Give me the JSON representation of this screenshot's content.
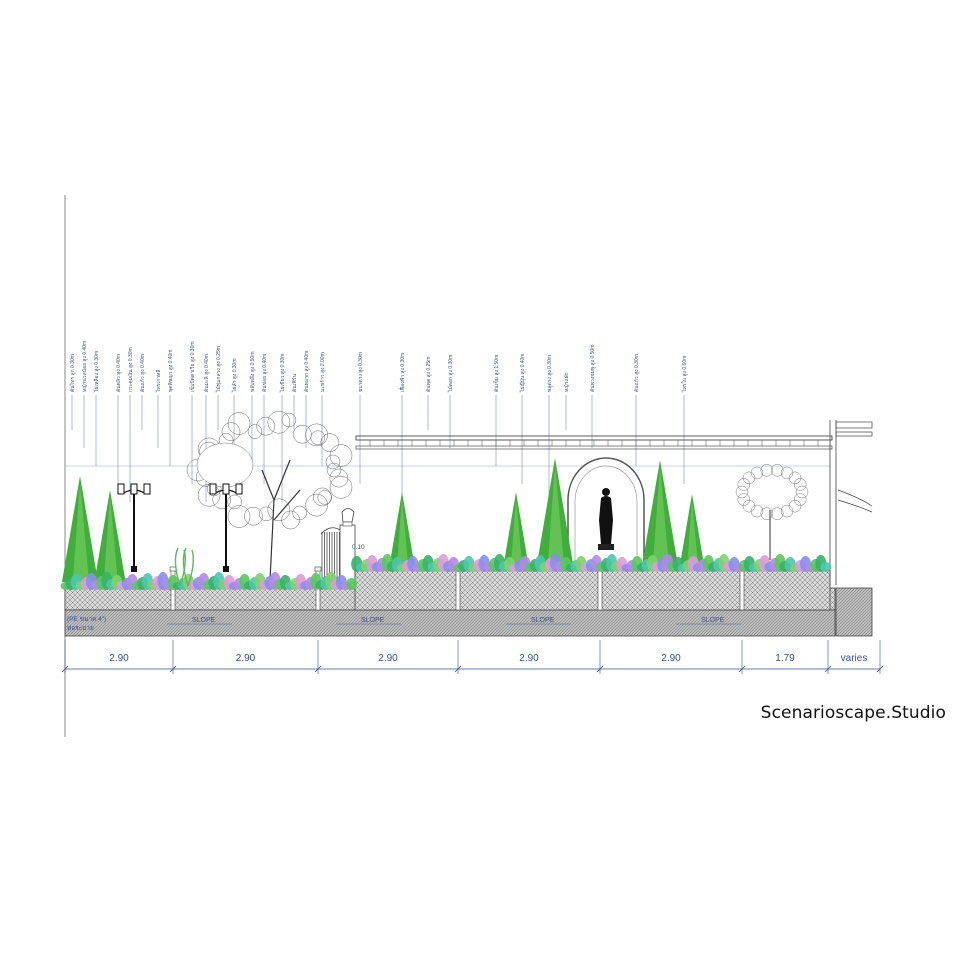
{
  "studio": {
    "name": "Scenarioscape.Studio"
  },
  "dimensions": [
    "2.90",
    "2.90",
    "2.90",
    "2.90",
    "2.90",
    "1.79",
    "varies"
  ],
  "slope_label": "SLOPE",
  "pipe_note": "(PE ขนาด 4\")",
  "pipe_note_sub": "ท่อระบาย",
  "post_note": "0.10",
  "colors": {
    "annotation": "#3a4f9a",
    "tree": "#3fae3a",
    "tree_light": "#7fd36a",
    "groundcover": "#59c95a",
    "flowers": "#8a8df0",
    "hatch": "#8c8c8c"
  },
  "plant_callouts": [
    "ต้นไทร ลูก 0.30m",
    "หญ้านวลน้อย สูง 0.40m",
    "ไผ่เหลือง สูง 0.30m",
    "ต้นหลิว สูง 0.40m",
    "กระดุมเงิน สูง 0.30m",
    "ต้นแก้ว สูง 0.40m",
    "ไทรเกาหลี",
    "พุดพิชญา สูง 0.40m",
    "เข็มปัตตาเวีย สูง 0.30m",
    "ต้นมะลิ สูง 0.40m",
    "ไม้พุ่มกลาง สูง 0.25m",
    "ไผ่ลำ สูง 0.30m",
    "พลับพลึง สูง 0.50m",
    "ต้นข่อย สูง 0.40m",
    "ไผ่เขียว สูง 0.30m",
    "ต้นเฟิร์น",
    "ต้นหมาก สูง 0.40m",
    "มะพร้าว สูง 2.00m",
    "ชบาด่าง สูง 0.30m",
    "เฟื่องฟ้า สูง 0.30m",
    "ต้นพุด สูง 0.25m",
    "ไม้ดอก สูง 0.30m",
    "ต้นเข็ม สูง 1.50m",
    "ไผ่ญี่ปุ่น สูง 0.40m",
    "พลูด่าง สูง 0.30m",
    "หญ้าแฝก",
    "ต้นพวงชมพู สูง 0.50m",
    "ต้นแก้ว สูง 0.30m",
    "ไทรใบ สูง 0.60m"
  ]
}
